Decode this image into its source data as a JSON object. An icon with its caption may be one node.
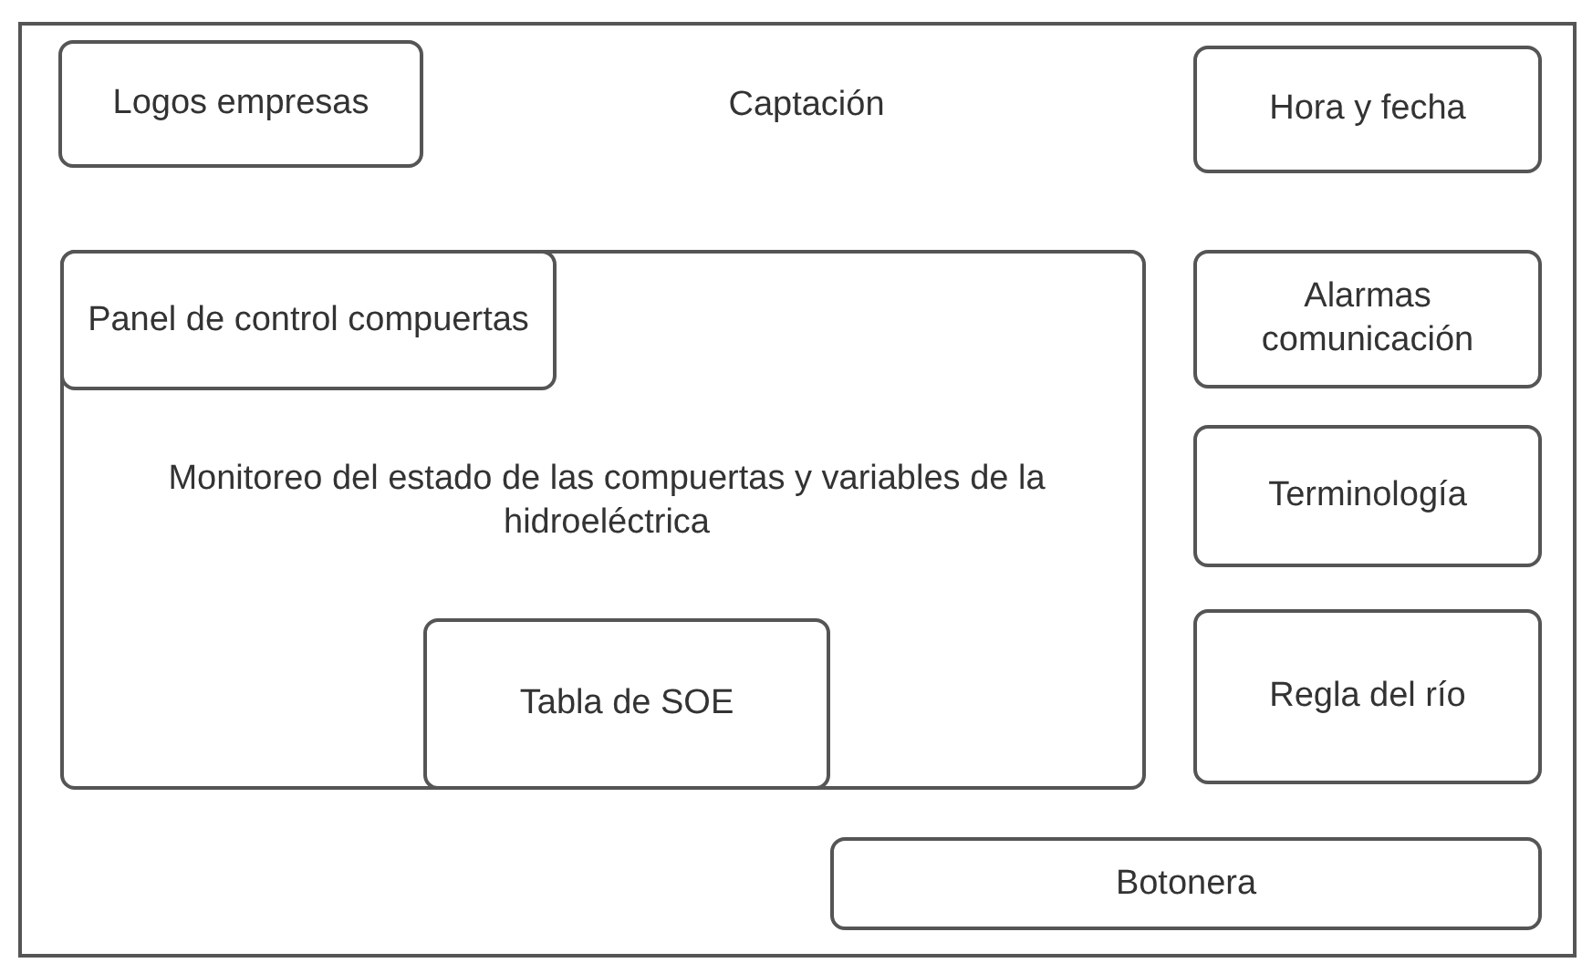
{
  "diagram": {
    "nodes": [
      {
        "text": [
          "Captación"
        ]
      },
      {
        "text": [
          "Logos empresas"
        ],
        "in": 0
      },
      {
        "text": [
          "Hora y fecha"
        ],
        "in": 0
      },
      {
        "text": [
          "Monitoreo del estado de las compuertas y variables de la hidroeléctrica"
        ],
        "in": 0
      },
      {
        "text": [
          "Panel de control compuertas"
        ],
        "in": 3
      },
      {
        "text": [
          "Tabla de SOE"
        ],
        "in": 3
      },
      {
        "text": [
          "Alarmas comunicación"
        ],
        "in": 0
      },
      {
        "text": [
          "Terminología"
        ],
        "in": 0
      },
      {
        "text": [
          "Regla del río"
        ],
        "in": 0
      },
      {
        "text": [
          "Botonera"
        ],
        "in": 0
      }
    ],
    "edges": []
  }
}
